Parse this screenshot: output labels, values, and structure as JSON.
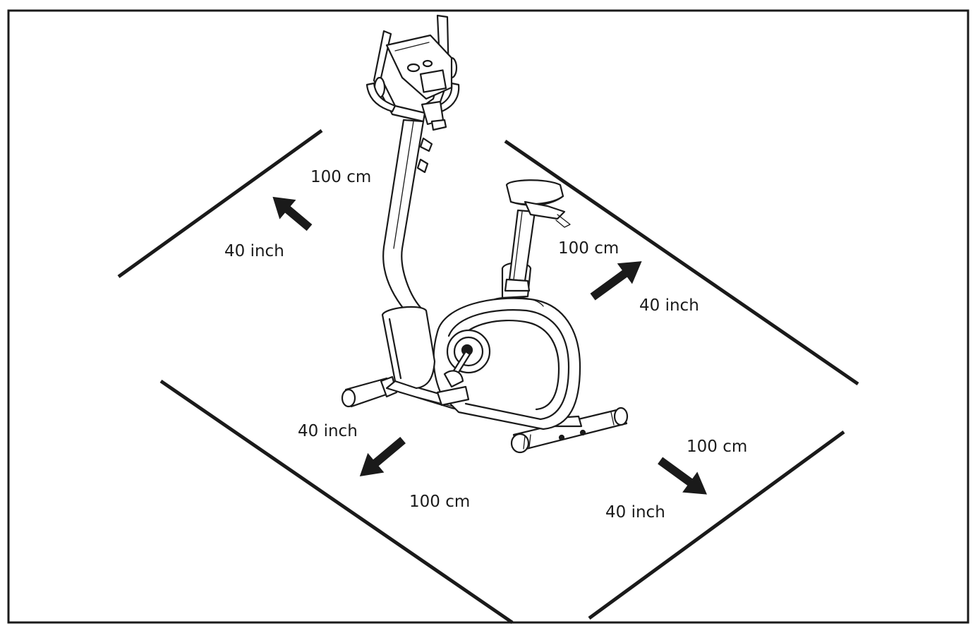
{
  "clearance_zones": [
    {
      "id": "back-left",
      "metric": "100 cm",
      "imperial": "40 inch"
    },
    {
      "id": "back-right",
      "metric": "100 cm",
      "imperial": "40 inch"
    },
    {
      "id": "front-left",
      "metric": "100 cm",
      "imperial": "40 inch"
    },
    {
      "id": "front-right",
      "metric": "100 cm",
      "imperial": "40 inch"
    }
  ],
  "colors": {
    "ink": "#1a1a1a",
    "background": "#ffffff"
  },
  "icons": {
    "subject": "exercise-bike-icon",
    "direction": "arrow-icon"
  }
}
